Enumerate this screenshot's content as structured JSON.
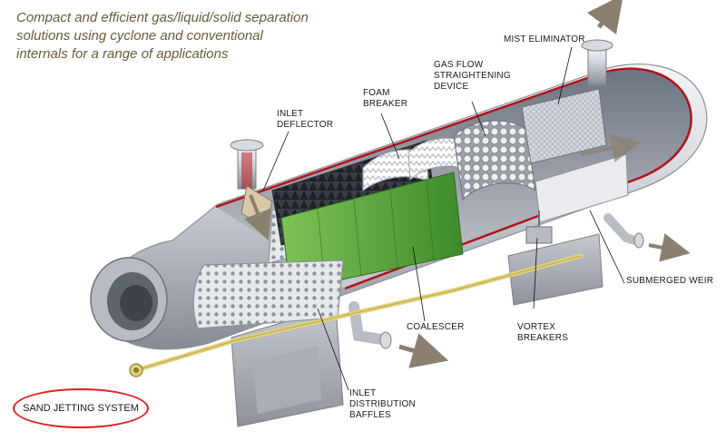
{
  "caption": {
    "lines": [
      "Compact and efficient gas/liquid/solid separation",
      "solutions using cyclone and conventional",
      "internals for a range of applications"
    ]
  },
  "labels": {
    "mist_eliminator": [
      "MIST ELIMINATOR"
    ],
    "gas_flow_device": [
      "GAS FLOW",
      "STRAIGHTENING",
      "DEVICE"
    ],
    "foam_breaker": [
      "FOAM",
      "BREAKER"
    ],
    "inlet_deflector": [
      "INLET",
      "DEFLECTOR"
    ],
    "submerged_weir": [
      "SUBMERGED WEIR"
    ],
    "vortex_breakers": [
      "VORTEX",
      "BREAKERS"
    ],
    "coalescer": [
      "COALESCER"
    ],
    "inlet_distribution_baffles": [
      "INLET",
      "DISTRIBUTION",
      "BAFFLES"
    ],
    "sand_jetting_system": [
      "SAND JETTING SYSTEM"
    ]
  },
  "colors": {
    "caption": "#6b5a3a",
    "highlight_ring": "#e0201b",
    "shell_cut_edge": "#b0141c",
    "coalescer": "#5fa83c",
    "sand_pipe": "#e3d27a",
    "flow_arrow": "#8a8070"
  }
}
